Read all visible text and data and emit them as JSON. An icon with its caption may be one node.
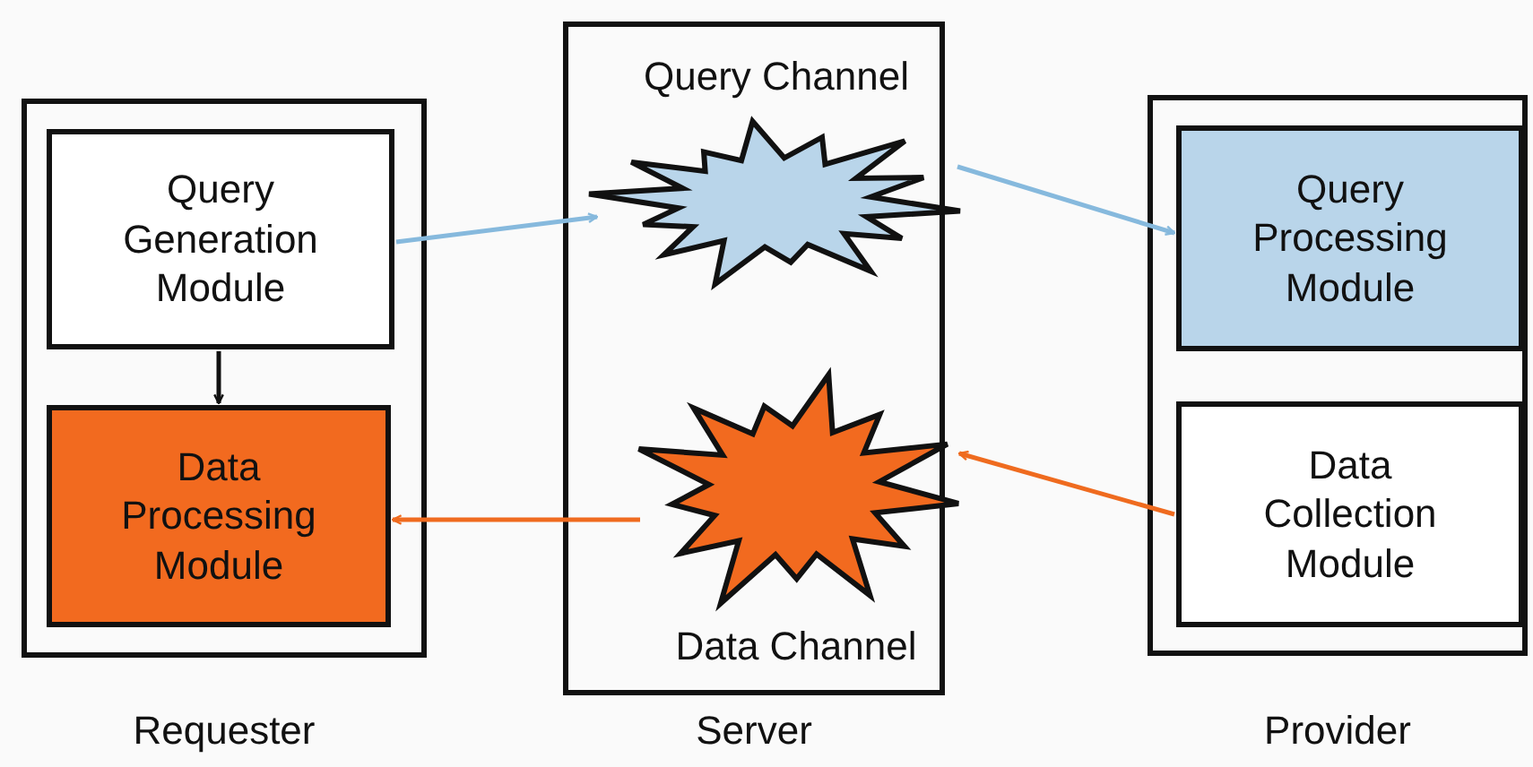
{
  "diagram": {
    "nodes": [
      {
        "text": [
          "Requester"
        ]
      },
      {
        "text": [
          "Query Generation Module"
        ],
        "in": 0
      },
      {
        "text": [
          "Data Processing Module"
        ],
        "in": 0
      },
      {
        "text": [
          "Server"
        ]
      },
      {
        "text": [
          "Query Channel"
        ],
        "in": 3
      },
      {
        "text": [
          "Data Channel"
        ],
        "in": 3
      },
      {
        "text": [
          "Provider"
        ]
      },
      {
        "text": [
          "Query Processing Module"
        ],
        "in": 6
      },
      {
        "text": [
          "Data Collection Module"
        ],
        "in": 6
      }
    ],
    "edges": [
      {
        "from": 1,
        "to": 2,
        "arrow": "to",
        "color": "#111111"
      },
      {
        "from": 1,
        "to": 4,
        "arrow": "to",
        "color": "#86b9dd"
      },
      {
        "from": 4,
        "to": 7,
        "arrow": "to",
        "color": "#86b9dd"
      },
      {
        "from": 8,
        "to": 5,
        "arrow": "to",
        "color": "#ef6b1f"
      },
      {
        "from": 5,
        "to": 2,
        "arrow": "to",
        "color": "#ef6b1f"
      }
    ]
  }
}
